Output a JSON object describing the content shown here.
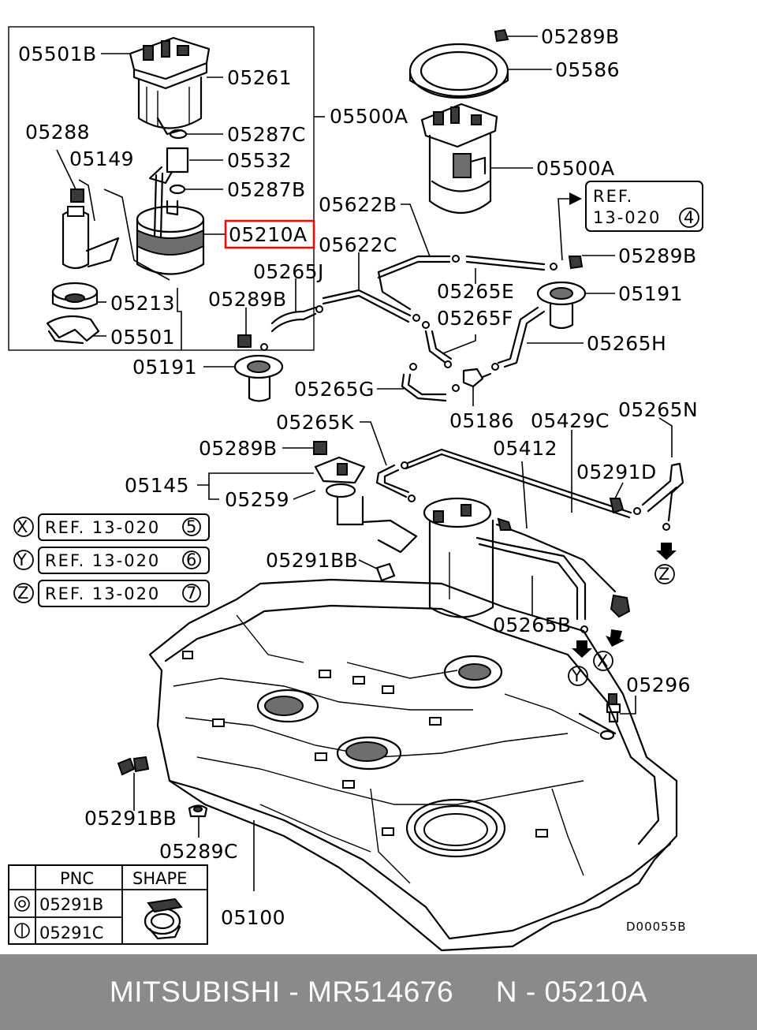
{
  "diagram": {
    "drawing_code": "D00055B",
    "highlight_color": "#ff0000",
    "labels": {
      "l05501B": "05501B",
      "l05261": "05261",
      "l05288": "05288",
      "l05287C": "05287C",
      "l05500A_1": "05500A",
      "l05149": "05149",
      "l05532": "05532",
      "l05287B": "05287B",
      "l05210A": "05210A",
      "l05213": "05213",
      "l05501": "05501",
      "l05289B_1": "05289B",
      "l05586": "05586",
      "l05500A_2": "05500A",
      "l05622B": "05622B",
      "l05622C": "05622C",
      "l05289B_2": "05289B",
      "l05265J": "05265J",
      "l05265E": "05265E",
      "l05191_1": "05191",
      "l05289B_3": "05289B",
      "l05265F": "05265F",
      "l05265H": "05265H",
      "l05191_2": "05191",
      "l05265G": "05265G",
      "l05186": "05186",
      "l05265K": "05265K",
      "l05429C": "05429C",
      "l05265N": "05265N",
      "l05289B_4": "05289B",
      "l05412": "05412",
      "l05145": "05145",
      "l05291D": "05291D",
      "l05259": "05259",
      "l05291BB_1": "05291BB",
      "l05265B": "05265B",
      "l05296": "05296",
      "l05291BB_2": "05291BB",
      "l05289C": "05289C",
      "l05100": "05100"
    },
    "refs": {
      "top_line1": "REF.",
      "top_line2": "13-020",
      "top_num": "4",
      "x_letter": "X",
      "x_text": "REF. 13-020",
      "x_num": "5",
      "y_letter": "Y",
      "y_text": "REF. 13-020",
      "y_num": "6",
      "z_letter": "Z",
      "z_text": "REF. 13-020",
      "z_num": "7"
    },
    "markers": {
      "x": "X",
      "y": "Y",
      "z": "Z"
    },
    "table": {
      "col_pnc": "PNC",
      "col_shape": "SHAPE",
      "row1_pnc": "05291B",
      "row2_pnc": "05291C"
    }
  },
  "footer": {
    "text": "MITSUBISHI - MR514676     N - 05210A"
  }
}
